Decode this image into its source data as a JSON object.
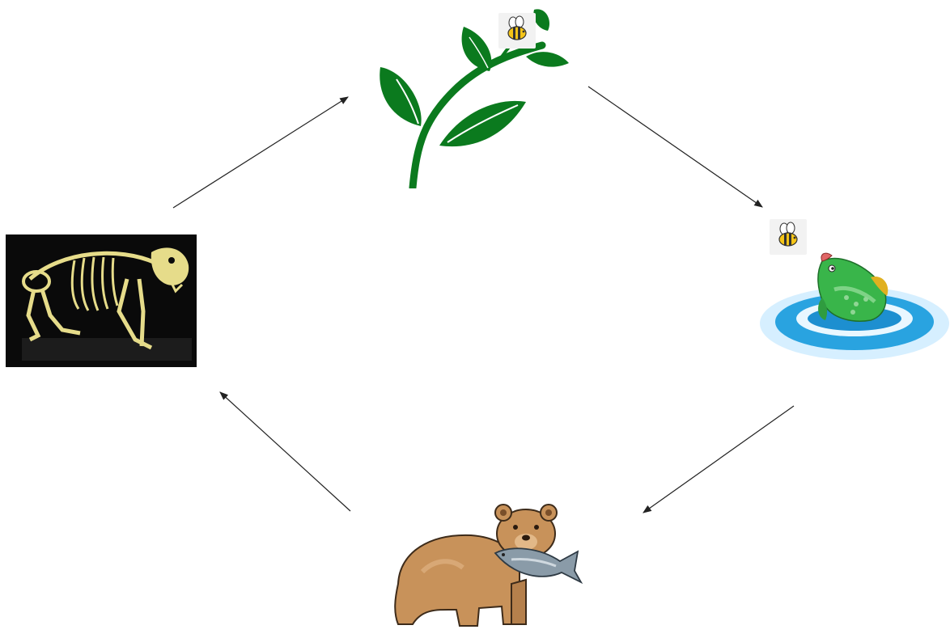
{
  "diagram": {
    "type": "cycle",
    "nodes": [
      {
        "id": "plant",
        "icon": "plant-sprig-icon"
      },
      {
        "id": "fish",
        "icon": "fish-in-pond-icon"
      },
      {
        "id": "bear",
        "icon": "bear-with-fish-icon"
      },
      {
        "id": "skeleton",
        "icon": "bear-skeleton-photo"
      }
    ],
    "edges": [
      {
        "from": "plant",
        "to": "fish"
      },
      {
        "from": "fish",
        "to": "bear"
      },
      {
        "from": "bear",
        "to": "skeleton"
      },
      {
        "from": "skeleton",
        "to": "plant"
      }
    ],
    "badges": [
      "bee-icon",
      "bee-icon"
    ],
    "colors": {
      "arrow": "#222222",
      "leaf": "#0b7a1e",
      "water": "#29a3e0",
      "fish": "#39b54a",
      "bear": "#c8925a",
      "bone": "#e6dc8a",
      "photo_bg": "#0a0a0a"
    }
  }
}
